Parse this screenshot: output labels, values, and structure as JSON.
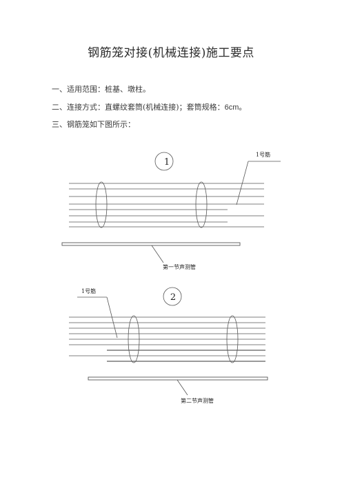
{
  "doc": {
    "title": "钢筋笼对接(机械连接)施工要点",
    "paragraphs": [
      "一、适用范围：桩基、墩柱。",
      "二、连接方式：直螺纹套筒(机械连接)；套筒规格：",
      "三、钢筋笼如下图所示："
    ],
    "sleeve_size": "6cm",
    "sleeve_tail": "。"
  },
  "figure1": {
    "number": "1",
    "rebar_label": "1号筋",
    "tube_label": "第一节声测管"
  },
  "figure2": {
    "number": "2",
    "rebar_label": "1号筋",
    "tube_label": "第二节声测管"
  }
}
